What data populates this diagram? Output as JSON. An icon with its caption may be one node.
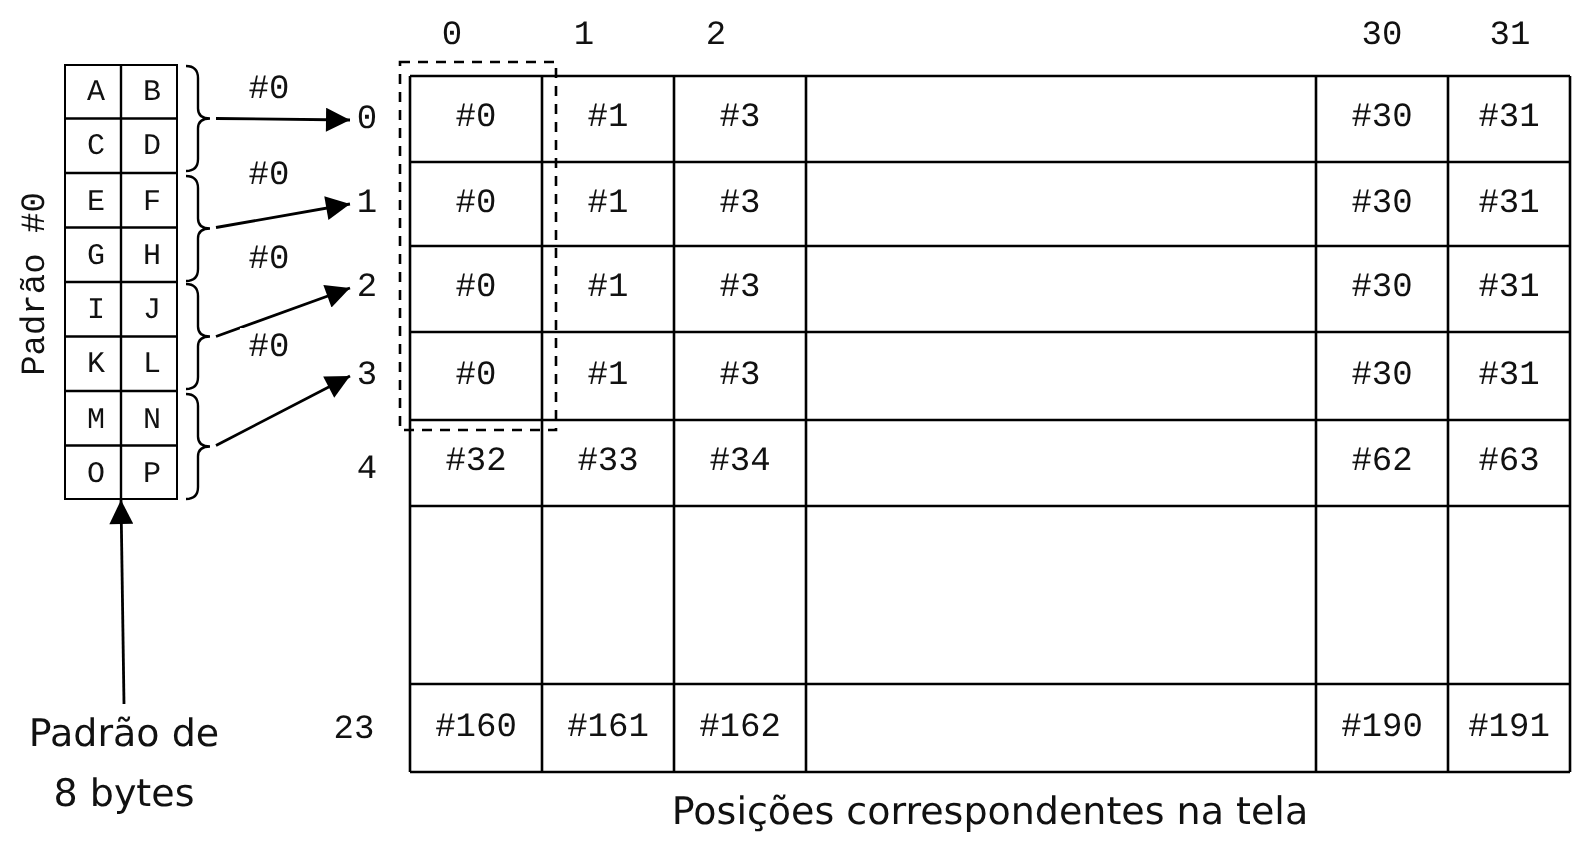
{
  "diagram": {
    "caption": "Posições correspondentes na tela",
    "nodes": [
      {
        "text": [],
        "shape": "box",
        "beside": [
          "Padrão #0"
        ]
      },
      {
        "text": [],
        "shape": "brace"
      },
      {
        "text": [],
        "shape": "brace"
      },
      {
        "text": [],
        "shape": "brace"
      },
      {
        "text": [],
        "shape": "brace"
      },
      {
        "text": [
          "0"
        ]
      },
      {
        "text": [
          "1"
        ]
      },
      {
        "text": [
          "2"
        ]
      },
      {
        "text": [
          "3"
        ]
      },
      {
        "text": [
          "Padrão de 8 bytes"
        ]
      }
    ],
    "edges": [
      {
        "from": 1,
        "to": 5,
        "arrow": "to",
        "label": "#0"
      },
      {
        "from": 2,
        "to": 6,
        "arrow": "to",
        "label": "#0"
      },
      {
        "from": 3,
        "to": 7,
        "arrow": "to",
        "label": "#0"
      },
      {
        "from": 4,
        "to": 8,
        "arrow": "to",
        "label": "#0"
      },
      {
        "from": 9,
        "to": 0,
        "arrow": "to"
      }
    ],
    "labels": [
      "0",
      "1",
      "2",
      "30",
      "31",
      "A",
      "B",
      "C",
      "D",
      "E",
      "F",
      "G",
      "H",
      "I",
      "J",
      "K",
      "L",
      "M",
      "N",
      "O",
      "P",
      "4",
      "23",
      "#0",
      "#1",
      "#3",
      "#30",
      "#31",
      "#0",
      "#1",
      "#3",
      "#30",
      "#31",
      "#0",
      "#1",
      "#3",
      "#30",
      "#31",
      "#0",
      "#1",
      "#3",
      "#30",
      "#31",
      "#32",
      "#33",
      "#34",
      "#62",
      "#63",
      "#160",
      "#161",
      "#162",
      "#190",
      "#191"
    ]
  }
}
